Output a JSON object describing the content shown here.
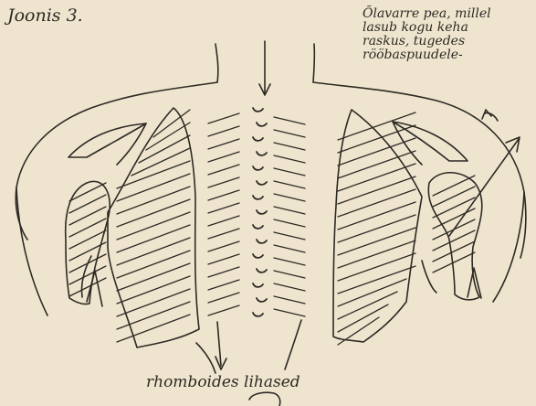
{
  "figure_label": "Joonis 3.",
  "annotation_lines": [
    "Õlavarre pea, millel",
    "lasub kogu keha",
    "raskus, tugedes",
    "rööbaspuudele-"
  ],
  "bottom_label": "rhomboides lihased",
  "colors": {
    "paper": "#efe5cf",
    "ink": "#2d2a24"
  }
}
